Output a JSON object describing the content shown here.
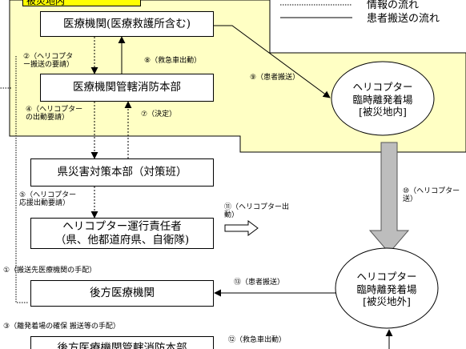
{
  "legend": {
    "info_flow": "情報の流れ",
    "patient_flow": "患者搬送の流れ"
  },
  "zone": {
    "label": "被災地内"
  },
  "nodes": {
    "medical_institution": "医療機関(医療救護所含む)",
    "jurisdiction_fire_hq": "医療機関管轄消防本部",
    "prefecture_hq": "県災害対策本部（対策班）",
    "heli_manager_line1": "ヘリコプター運行責任者",
    "heli_manager_line2": "（県、他都道府県、自衛隊)",
    "rear_hospital": "後方医療機関",
    "rear_fire_hq": "後方医療機関管轄消防本部"
  },
  "helipads": {
    "inside": {
      "line1": "ヘリコプター",
      "line2": "臨時離発着場",
      "line3": "[被災地内]"
    },
    "outside": {
      "line1": "ヘリコプター",
      "line2": "臨時離発着場",
      "line3": "[被災地外]"
    }
  },
  "labels": {
    "step2": [
      "②（ヘリコプタ",
      "ー搬送の要請）"
    ],
    "step8": "⑧（救急車出動）",
    "step9": "⑨（患者搬送）",
    "step4": [
      "④（ヘリコプター",
      "の出動要請）"
    ],
    "step7": "⑦（決定）",
    "step5": [
      "⑤（ヘリコプター",
      "応援出動要請）"
    ],
    "step11": [
      "⑪（ヘリコプター出",
      "動）"
    ],
    "step10": [
      "⑩（ヘリコプター",
      "送）"
    ],
    "step1": "①（搬送先医療機関の手配）",
    "step13": "⑬（患者搬送）",
    "step3": "③（離発着場の確保 搬送等の手配）",
    "step12": "⑫（救急車出動）"
  }
}
